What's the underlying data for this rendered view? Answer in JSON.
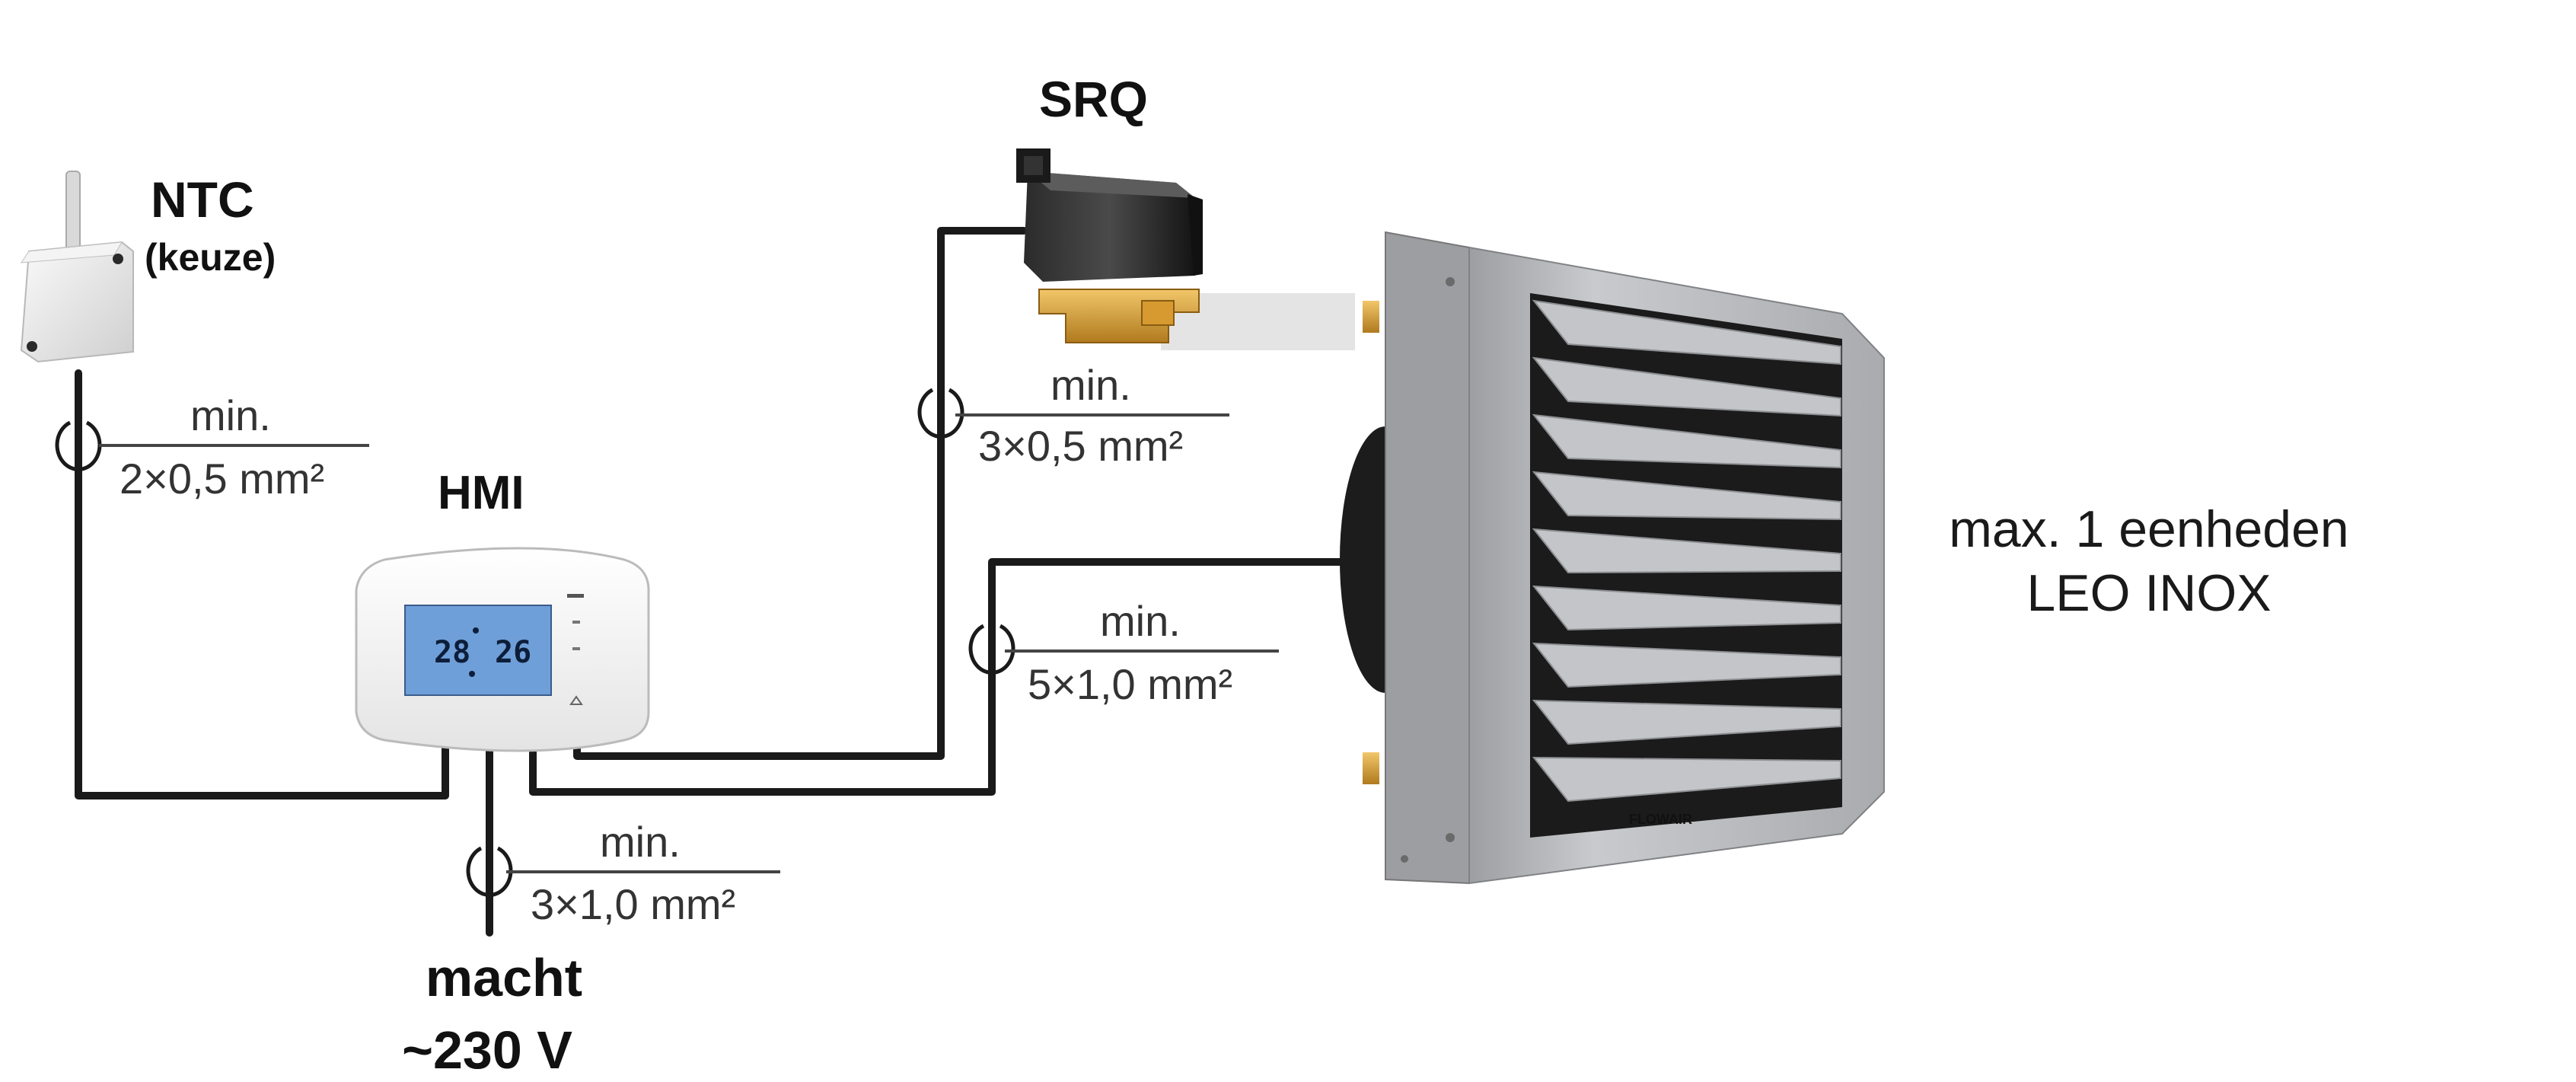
{
  "ntc": {
    "title": "NTC",
    "subtitle": "(keuze)"
  },
  "srq": {
    "title": "SRQ"
  },
  "hmi": {
    "title": "HMI",
    "display_left": "28",
    "display_right": "26"
  },
  "power": {
    "line1": "macht",
    "line2": "~230 V"
  },
  "unit": {
    "line1": "max. 1 eenheden",
    "line2": "LEO INOX",
    "brand": "FLOWAIR"
  },
  "cables": {
    "ntc_hmi": {
      "min": "min.",
      "spec": "2×0,5 mm²"
    },
    "srq_hmi": {
      "min": "min.",
      "spec": "3×0,5 mm²"
    },
    "unit_hmi": {
      "min": "min.",
      "spec": "5×1,0 mm²"
    },
    "power_hmi": {
      "min": "min.",
      "spec": "3×1,0 mm²"
    }
  },
  "icons": [
    "ntc-sensor-icon",
    "solenoid-valve-icon",
    "hmi-controller-icon",
    "heater-unit-icon",
    "cable-clamp-icon"
  ],
  "colors": {
    "cable": "#1a1a1a",
    "lcd": "#6f9fd8",
    "unit_body": "#b9babd"
  }
}
